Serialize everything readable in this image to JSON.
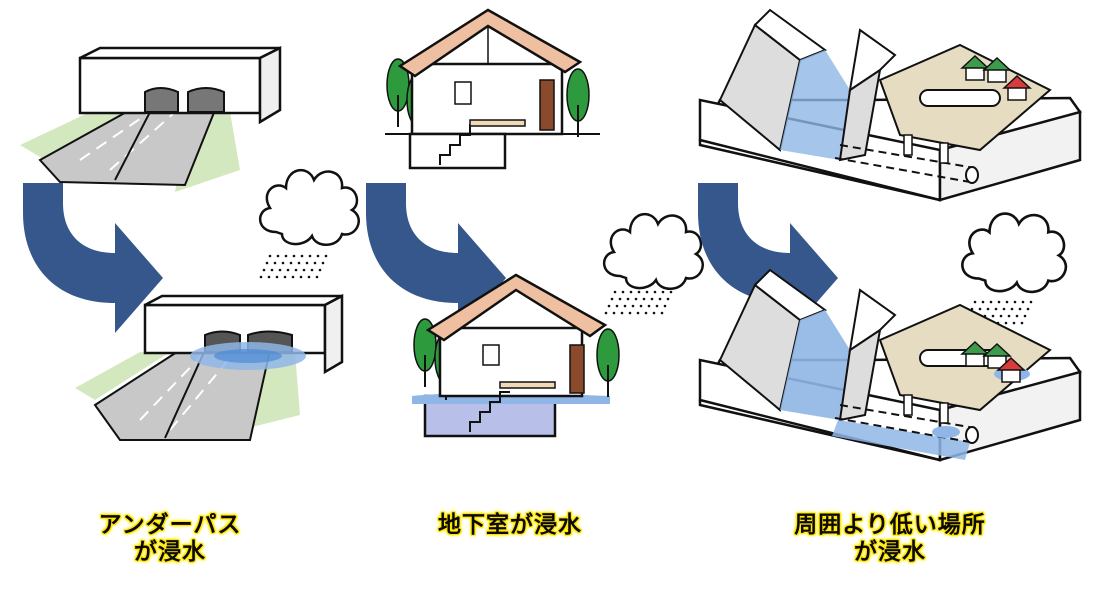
{
  "panels": [
    {
      "id": "underpass",
      "caption_line1": "アンダーパス",
      "caption_line2": "が浸水"
    },
    {
      "id": "basement",
      "caption_line1": "地下室が浸水",
      "caption_line2": ""
    },
    {
      "id": "lowland",
      "caption_line1": "周囲より低い場所",
      "caption_line2": "が浸水"
    }
  ],
  "colors": {
    "arrow": "#36578b",
    "water": "#8fb6e6",
    "grass": "#d4e8c0",
    "road": "#c8c8c8",
    "roof": "#eebfa0",
    "tree": "#2e9a3e",
    "caption_glow": "#ffe400"
  }
}
